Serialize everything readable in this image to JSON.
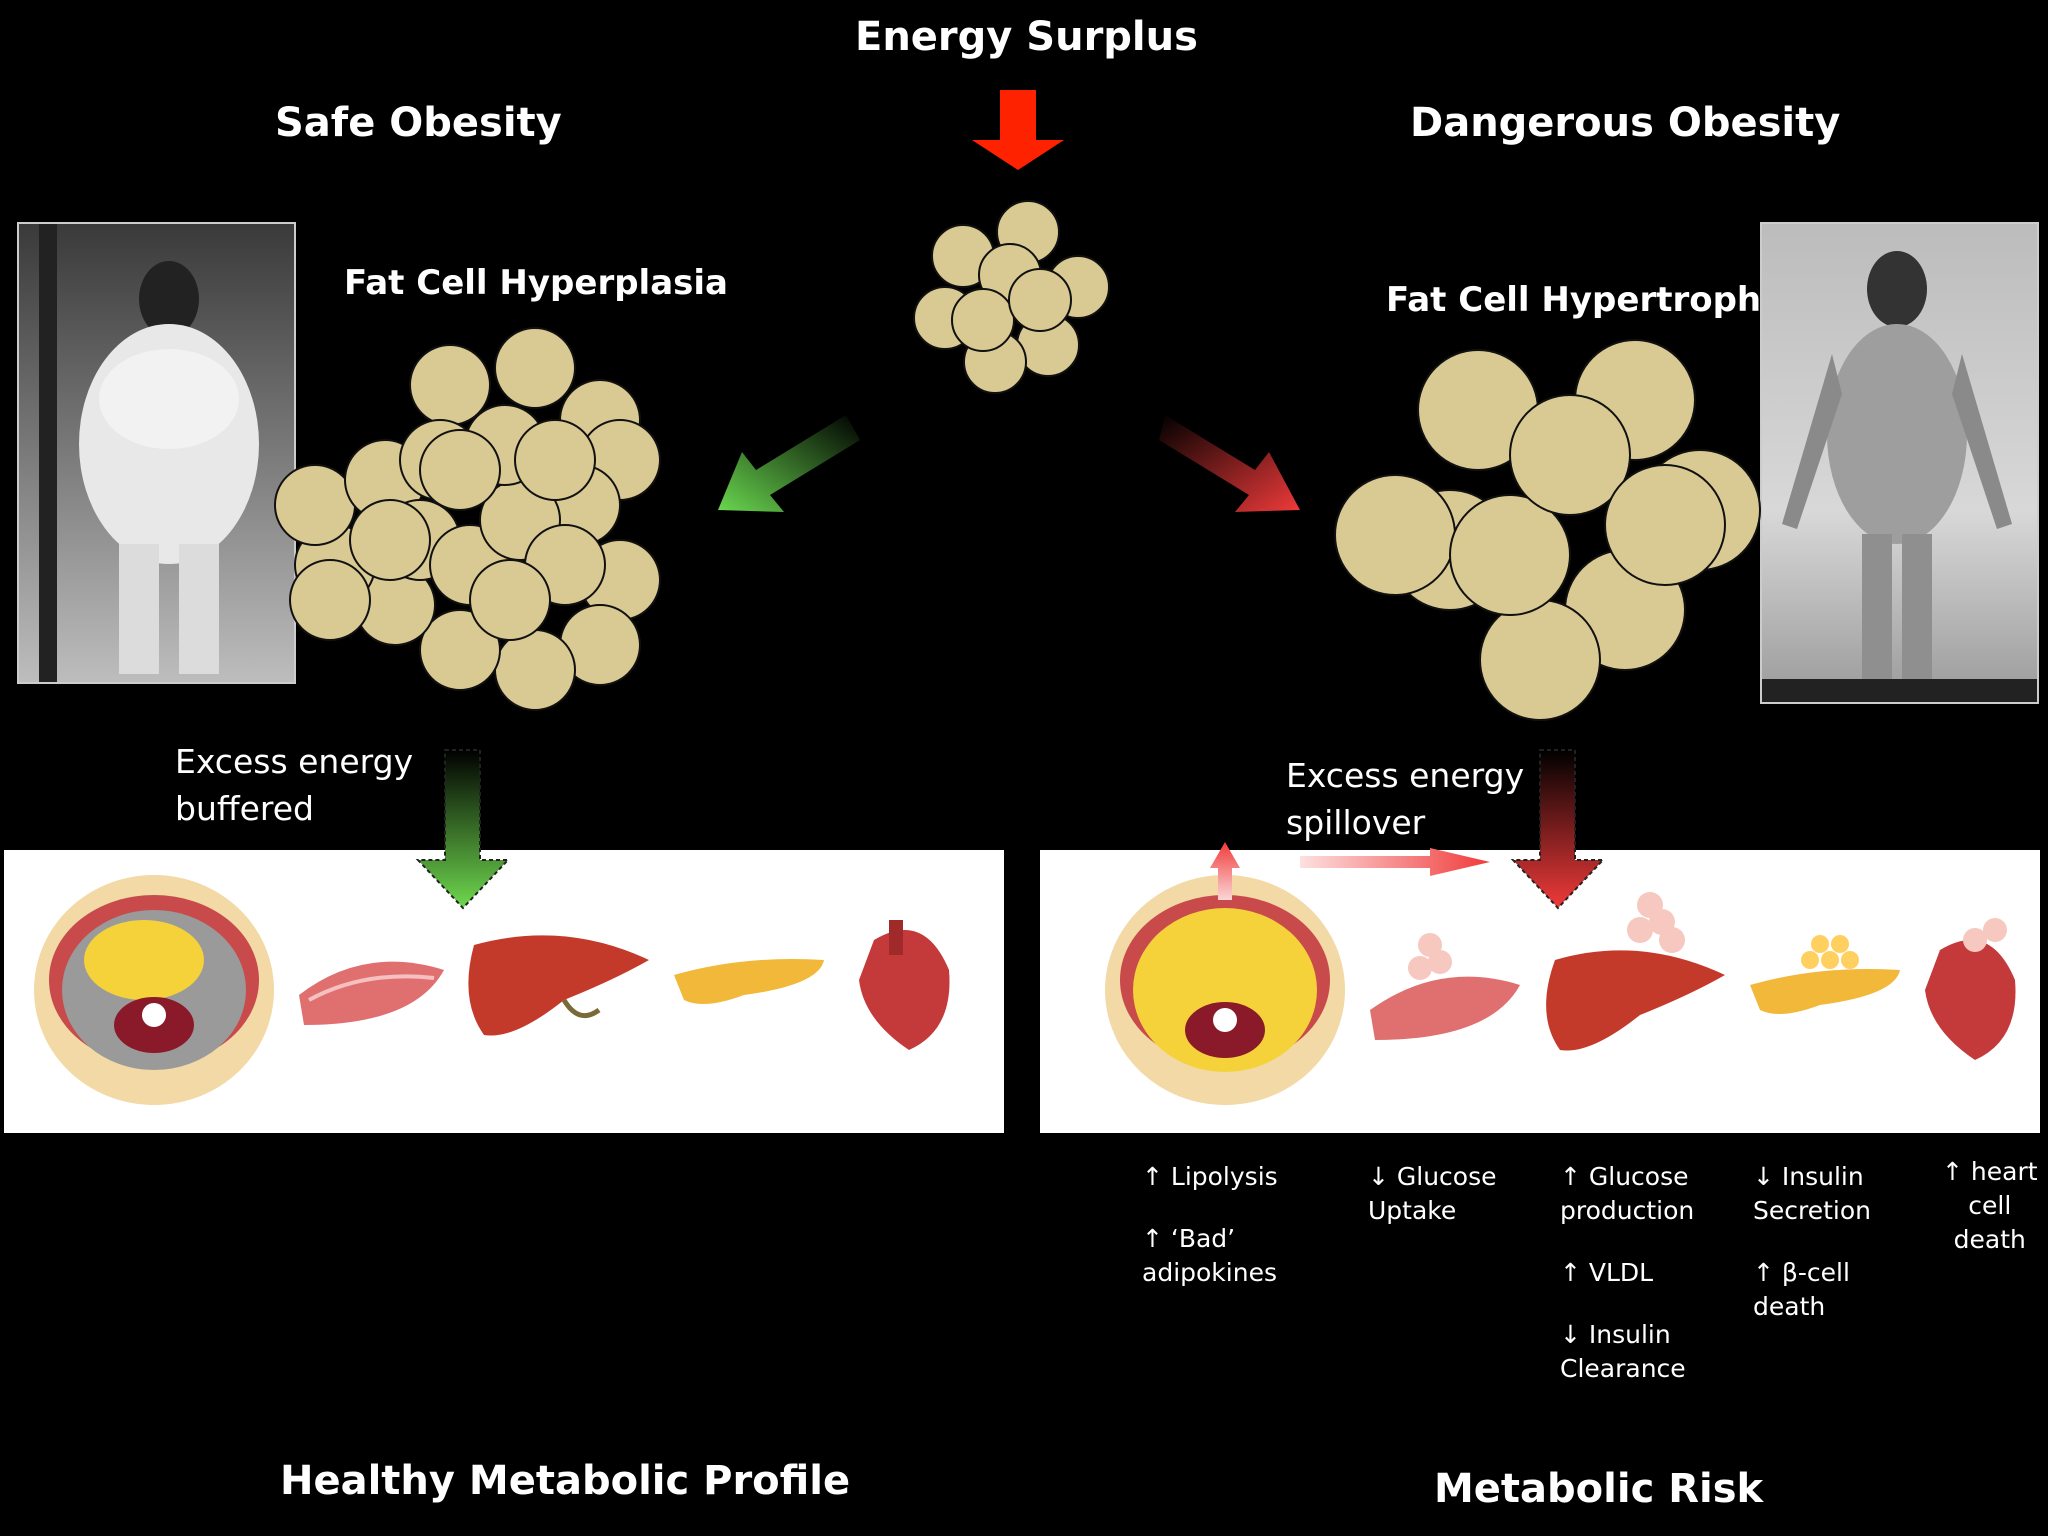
{
  "title": "Energy Surplus",
  "left": {
    "heading": "Safe Obesity",
    "cell_label": "Fat Cell Hyperplasia",
    "note": "Excess energy\nbuffered",
    "outcome": "Healthy Metabolic Profile"
  },
  "right": {
    "heading": "Dangerous Obesity",
    "cell_label": "Fat Cell Hypertrophy",
    "note": "Excess energy\nspillover",
    "outcome": "Metabolic Risk",
    "effects": [
      {
        "organ": "adipose",
        "items": [
          "↑ Lipolysis",
          "↑ ‘Bad’\nadipokines"
        ]
      },
      {
        "organ": "muscle",
        "items": [
          "↓ Glucose\nUptake"
        ]
      },
      {
        "organ": "liver",
        "items": [
          "↑ Glucose\nproduction",
          "↑ VLDL",
          "↓ Insulin\nClearance"
        ]
      },
      {
        "organ": "pancreas",
        "items": [
          "↓ Insulin\nSecretion",
          "↑ β-cell\ndeath"
        ]
      },
      {
        "organ": "heart",
        "items": [
          "↑ heart\ncell\ndeath"
        ]
      }
    ]
  },
  "colors": {
    "fat_cell": "#d9c992",
    "surplus_arrow": "#ff2200",
    "safe_arrow": "#5ec24a",
    "risk_arrow": "#f04040"
  }
}
